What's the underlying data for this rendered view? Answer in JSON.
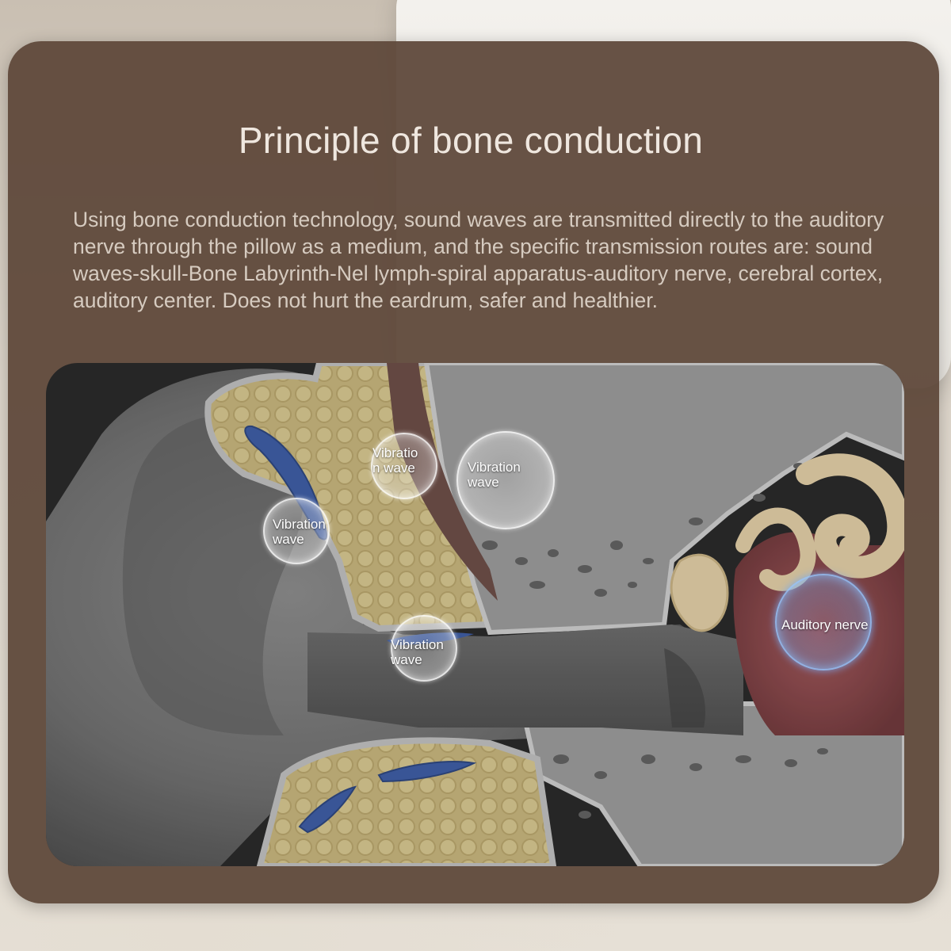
{
  "title": "Principle of bone conduction",
  "description": "Using bone conduction technology, sound waves are transmitted directly to the auditory nerve through the pillow as a medium, and the specific transmission routes are: sound waves-skull-Bone Labyrinth-Nel lymph-spiral apparatus-auditory nerve, cerebral cortex, auditory center. Does not hurt the eardrum, safer and healthier.",
  "diagram": {
    "labels": {
      "wave_top_left": "Vibratio\nn wave",
      "wave_top_right": "Vibration\nwave",
      "wave_left": "Vibration\nwave",
      "wave_bottom": "Vibration\nwave",
      "auditory_nerve": "Auditory nerve"
    }
  },
  "colors": {
    "card": "#5c4638",
    "diagram_background": "#252525",
    "title_text": "#efe7df",
    "body_text": "#d6cbc0",
    "nerve_glow": "#8cbef5"
  }
}
